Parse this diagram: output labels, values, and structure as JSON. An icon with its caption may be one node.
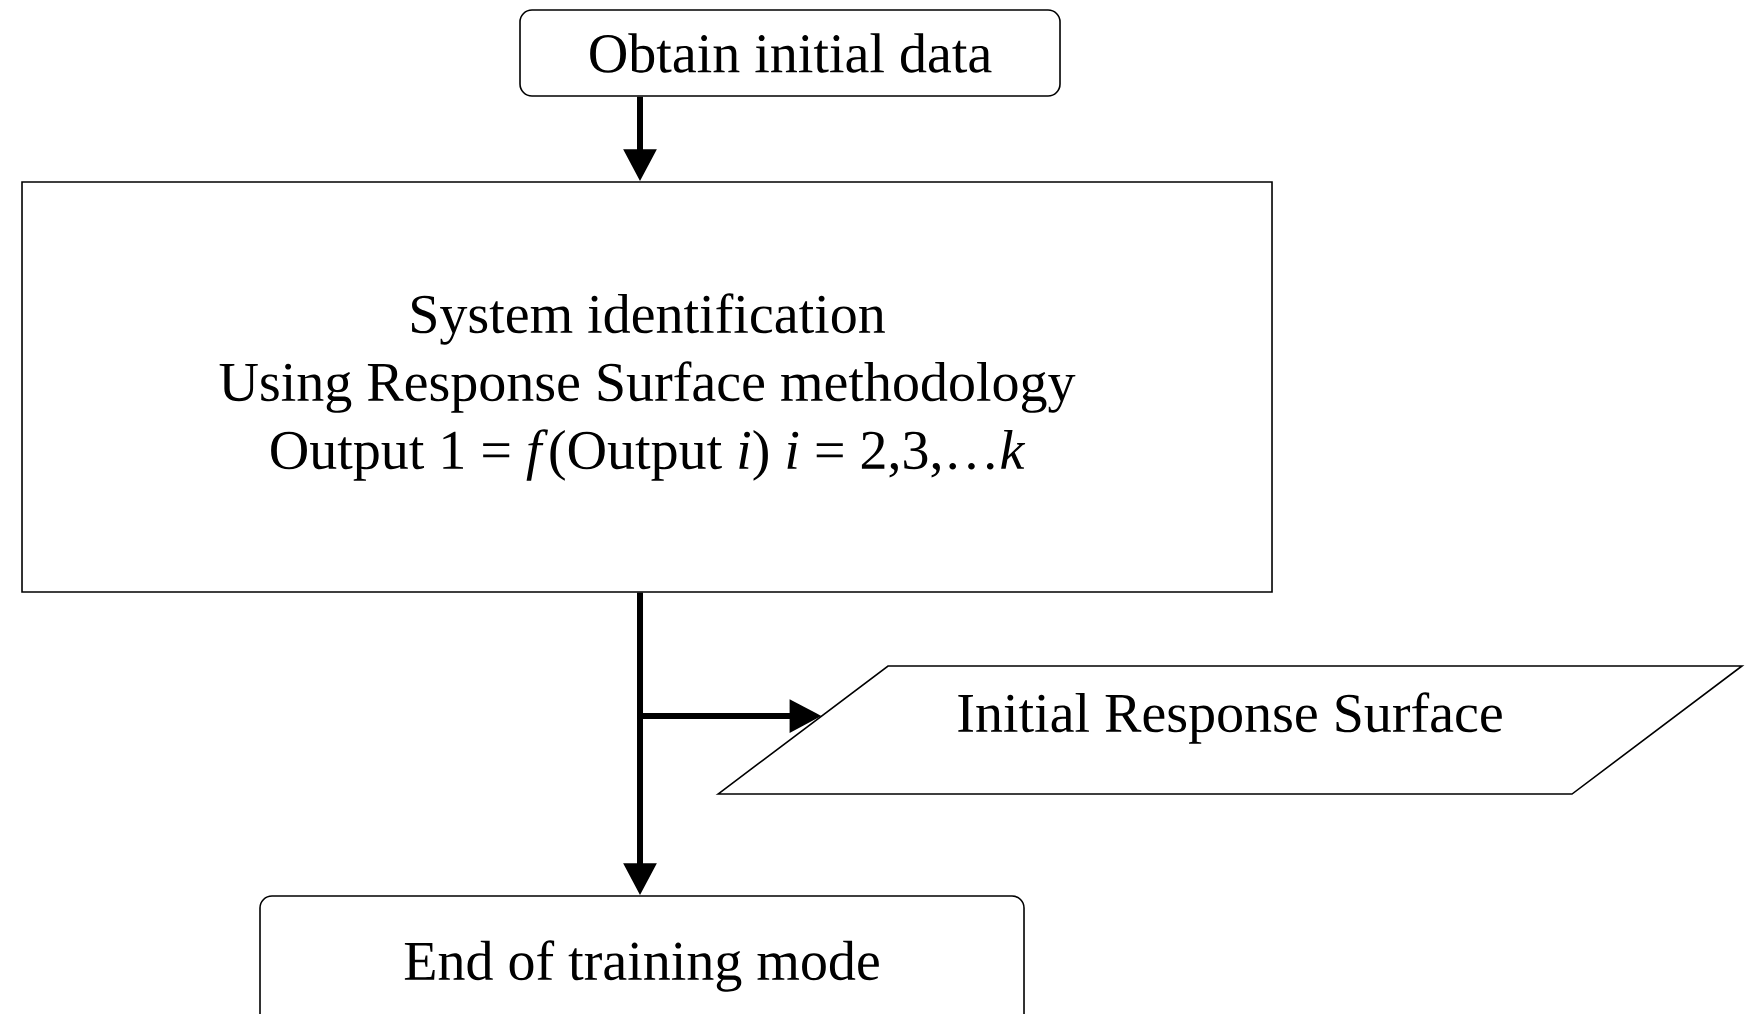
{
  "diagram": {
    "nodes": [
      {
        "text": [
          "Obtain initial data"
        ]
      },
      {
        "text": [
          "System identification",
          "Using Response Surface methodology",
          "Output 1 = *f*(Output *i*)  *i* = 2,3,…*k*"
        ]
      },
      {
        "text": [
          "Initial Response Surface"
        ]
      },
      {
        "text": [
          "End of training mode"
        ]
      }
    ],
    "edges": [
      {
        "from": 0,
        "to": 1,
        "arrow": "to"
      },
      {
        "from": 1,
        "to": 2,
        "arrow": "to"
      },
      {
        "from": 1,
        "to": 3,
        "arrow": "to"
      }
    ]
  }
}
